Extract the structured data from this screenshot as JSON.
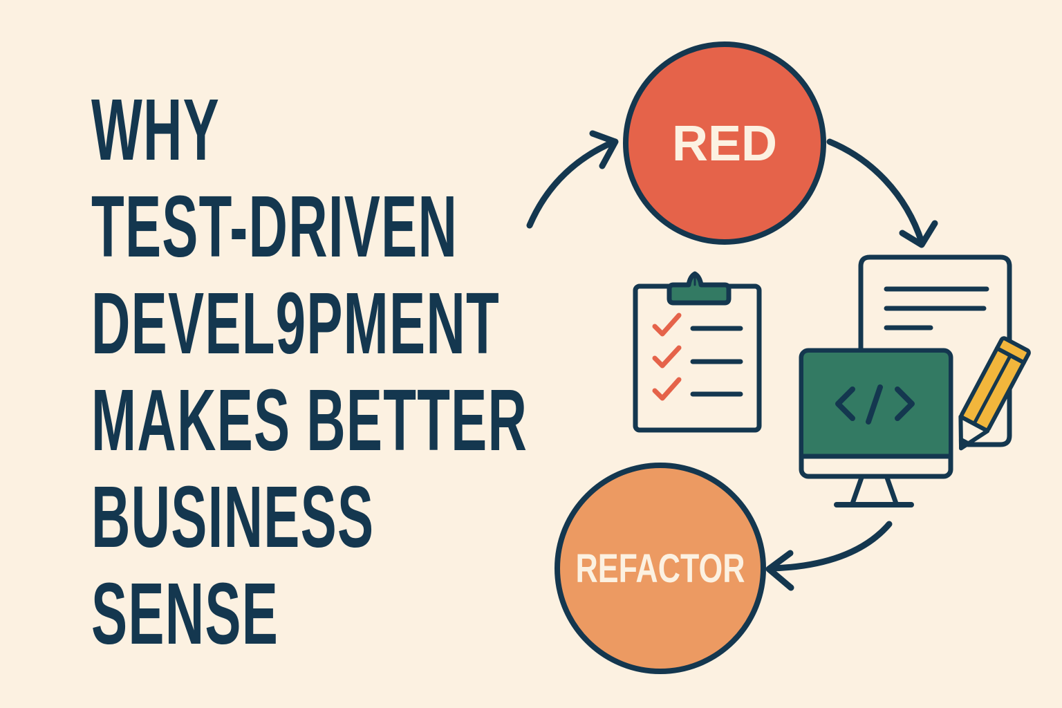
{
  "title": {
    "lines": [
      "WHY",
      "TEST-DRIVEN",
      "DEVEL9PMENT",
      "MAKES BETTER",
      "BUSINESS",
      "SENSE"
    ]
  },
  "cycle": {
    "stages": [
      {
        "label": "RED",
        "color": "#E5634A"
      },
      {
        "label": "REFACTOR",
        "color": "#EC9A62"
      }
    ],
    "icons": [
      "clipboard-checklist-icon",
      "document-icon",
      "code-monitor-icon",
      "pencil-icon"
    ],
    "arrows": [
      "arrow-into-red",
      "arrow-red-to-code",
      "arrow-code-to-refactor"
    ]
  },
  "colors": {
    "background": "#FCF1E1",
    "ink": "#14374F",
    "red_stage": "#E5634A",
    "refactor_stage": "#EC9A62",
    "check": "#E5634A",
    "screen": "#337A63",
    "pencil": "#F2B63C"
  }
}
